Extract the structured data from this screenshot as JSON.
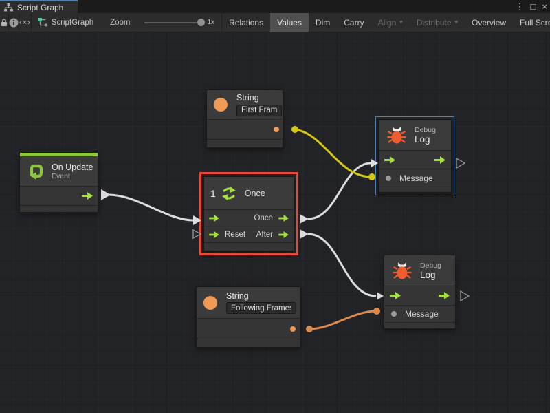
{
  "window": {
    "tab_title": "Script Graph",
    "controls": {
      "menu": "⋮",
      "maximize": "□",
      "close": "×"
    }
  },
  "toolbar": {
    "code_icon_glyph": "‹×›",
    "graph_name": "ScriptGraph",
    "zoom_label": "Zoom",
    "zoom_value": "1x",
    "buttons": [
      {
        "label": "Relations"
      },
      {
        "label": "Values",
        "active": true
      },
      {
        "label": "Dim"
      },
      {
        "label": "Carry"
      },
      {
        "label": "Align",
        "disabled": true,
        "caret": "▾"
      },
      {
        "label": "Distribute",
        "disabled": true,
        "caret": "▾"
      },
      {
        "label": "Overview"
      },
      {
        "label": "Full Screen"
      }
    ]
  },
  "nodes": {
    "on_update": {
      "title": "On Update",
      "subtitle": "Event"
    },
    "string_first": {
      "title": "String",
      "value": "First Frame"
    },
    "string_following": {
      "title": "String",
      "value": "Following Frames"
    },
    "once": {
      "counter": "1",
      "title": "Once",
      "out1": "Once",
      "in2": "Reset",
      "out2": "After"
    },
    "debug_top": {
      "title_small": "Debug",
      "title": "Log",
      "input": "Message"
    },
    "debug_bottom": {
      "title_small": "Debug",
      "title": "Log",
      "input": "Message"
    }
  },
  "colors": {
    "flow_green": "#a4e13c",
    "event_green": "#8cc63f",
    "string_orange": "#f09a56",
    "bug_orange": "#ee5c2f",
    "select_red": "#e8483c",
    "select_blue": "#4d82b4",
    "wire_yellow": "#d6c713",
    "wire_orange": "#dd8a4d",
    "wire_white": "#dcdcdc"
  }
}
